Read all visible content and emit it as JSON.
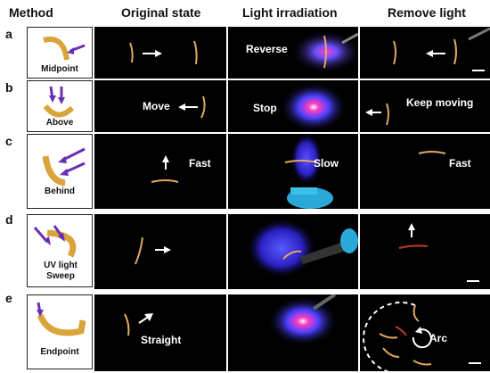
{
  "headers": {
    "method": "Method",
    "original": "Original state",
    "light": "Light irradiation",
    "remove": "Remove light"
  },
  "rows": [
    {
      "letter": "a",
      "method": "Midpoint",
      "original_label": "",
      "light_label": "Reverse",
      "remove_label": ""
    },
    {
      "letter": "b",
      "method": "Above",
      "original_label": "Move",
      "light_label": "Stop",
      "remove_label": "Keep moving"
    },
    {
      "letter": "c",
      "method": "Behind",
      "original_label": "Fast",
      "light_label": "Slow",
      "remove_label": "Fast"
    },
    {
      "letter": "d",
      "method": "UV light Sweep",
      "original_label": "",
      "light_label": "",
      "remove_label": ""
    },
    {
      "letter": "e",
      "method": "Endpoint",
      "original_label": "Straight",
      "light_label": "",
      "remove_label": "Arc"
    }
  ],
  "colors": {
    "panel_bg": "#000000",
    "strip": "#e0a860",
    "strip_red": "#c0392b",
    "uv_glow": "#3a3aff",
    "hot_spot": "#ff40c0",
    "arrow": "#ffffff",
    "method_arrow": "#6a2fb0",
    "gold": "#d9a43a",
    "glove": "#2aa8d8"
  }
}
